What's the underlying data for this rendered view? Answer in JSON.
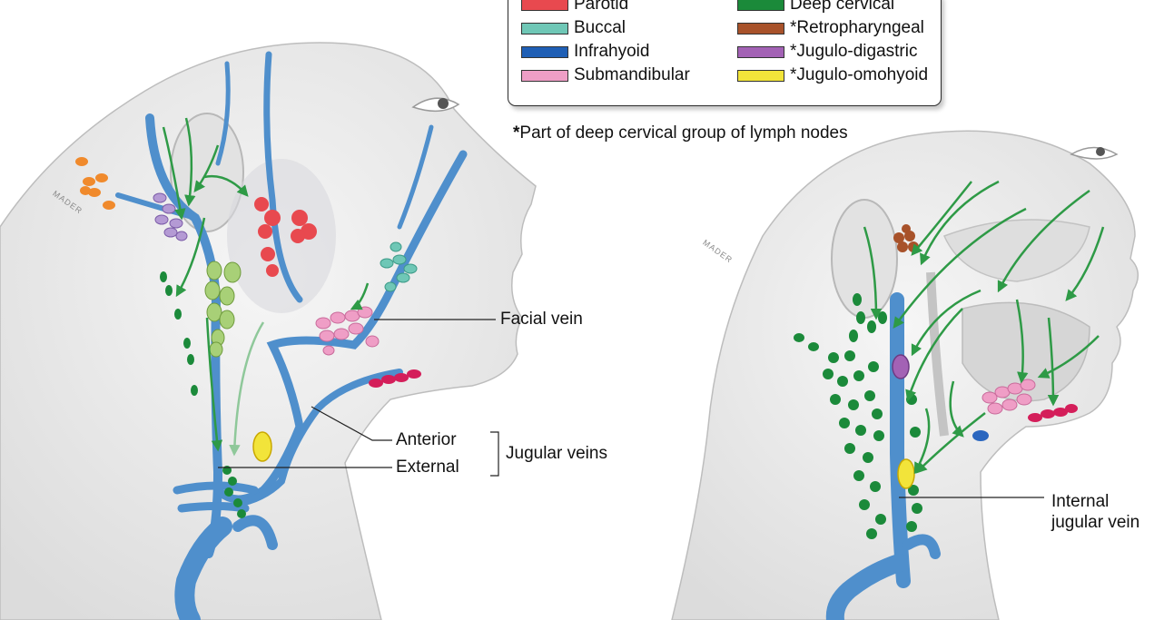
{
  "legend": {
    "items": [
      {
        "label": "Parotid",
        "color": "#e8494f"
      },
      {
        "label": "Buccal",
        "color": "#6fc7b6"
      },
      {
        "label": "Infrahyoid",
        "color": "#1f5fb5"
      },
      {
        "label": "Submandibular",
        "color": "#ef9ec6"
      },
      {
        "label": "Deep cervical",
        "color": "#1b8a3a"
      },
      {
        "label": "*Retropharyngeal",
        "color": "#a8522a"
      },
      {
        "label": "*Jugulo-digastric",
        "color": "#a362b5"
      },
      {
        "label": "*Jugulo-omohyoid",
        "color": "#f2e43a"
      }
    ]
  },
  "footnote": {
    "star": "*",
    "text": "Part of deep cervical group of lymph nodes"
  },
  "labels": {
    "facial_vein": "Facial vein",
    "anterior": "Anterior",
    "external": "External",
    "jugular_veins": "Jugular veins",
    "internal_line1": "Internal",
    "internal_line2": "jugular vein"
  },
  "signature": "MADER",
  "colors": {
    "vein": "#4f8fcc",
    "arrow": "#2e9a46",
    "skin": "#ececec",
    "occipital": "#f08a2c",
    "infrahyoid_node": "#2a66bf"
  }
}
